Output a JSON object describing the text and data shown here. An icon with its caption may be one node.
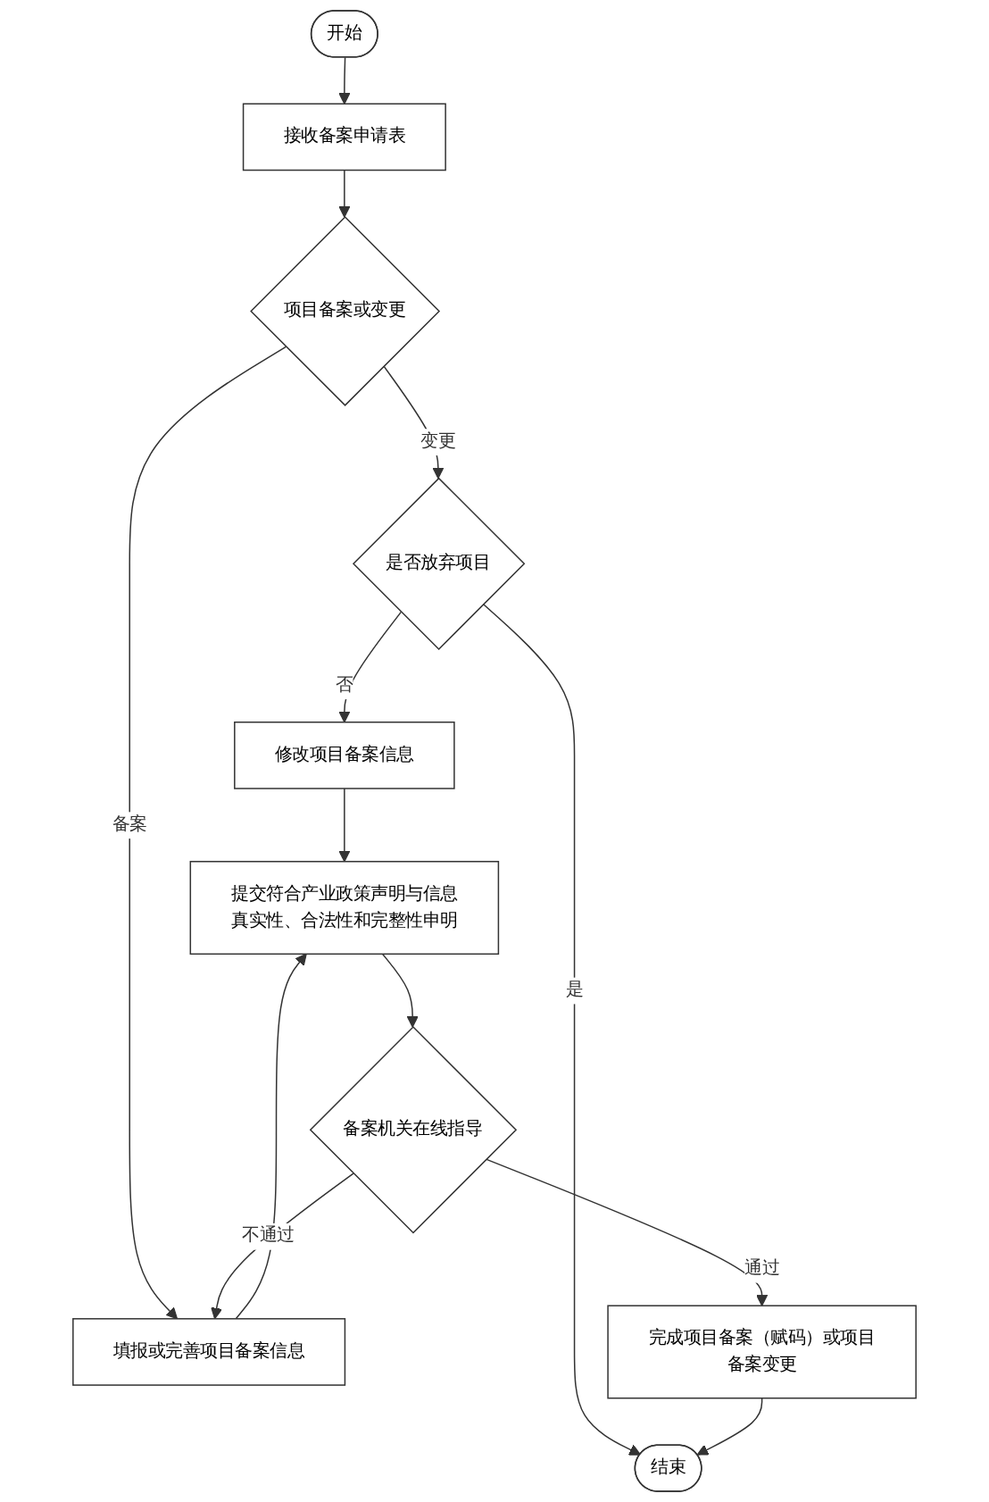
{
  "diagram": {
    "nodes": [
      {
        "text": [
          "开始"
        ]
      },
      {
        "text": [
          "接收备案申请表"
        ]
      },
      {
        "text": [
          "项目备案或变更"
        ]
      },
      {
        "text": [
          "是否放弃项目"
        ]
      },
      {
        "text": [
          "填报或完善项目备案信息"
        ]
      },
      {
        "text": [
          "修改项目备案信息"
        ]
      },
      {
        "text": [
          "提交符合产业政策声明与信息真实性、合法性和完整性申明"
        ]
      },
      {
        "text": [
          "备案机关在线指导"
        ]
      },
      {
        "text": [
          "完成项目备案（赋码）或项目备案变更"
        ]
      },
      {
        "text": [
          "结束"
        ]
      }
    ],
    "edges": [
      {
        "from": 0,
        "to": 1,
        "arrow": "to"
      },
      {
        "from": 1,
        "to": 2,
        "arrow": "to"
      },
      {
        "from": 2,
        "to": 3,
        "arrow": "to",
        "label": "变更"
      },
      {
        "from": 2,
        "to": 4,
        "arrow": "to",
        "label": "备案"
      },
      {
        "from": 3,
        "to": 5,
        "arrow": "to",
        "label": "否"
      },
      {
        "from": 3,
        "to": 9,
        "arrow": "to",
        "label": "是"
      },
      {
        "from": 4,
        "to": 6,
        "arrow": "to"
      },
      {
        "from": 5,
        "to": 6,
        "arrow": "to"
      },
      {
        "from": 6,
        "to": 7,
        "arrow": "to"
      },
      {
        "from": 7,
        "to": 4,
        "arrow": "to",
        "label": "不通过"
      },
      {
        "from": 7,
        "to": 8,
        "arrow": "to",
        "label": "通过"
      },
      {
        "from": 8,
        "to": 9,
        "arrow": "to"
      }
    ]
  }
}
